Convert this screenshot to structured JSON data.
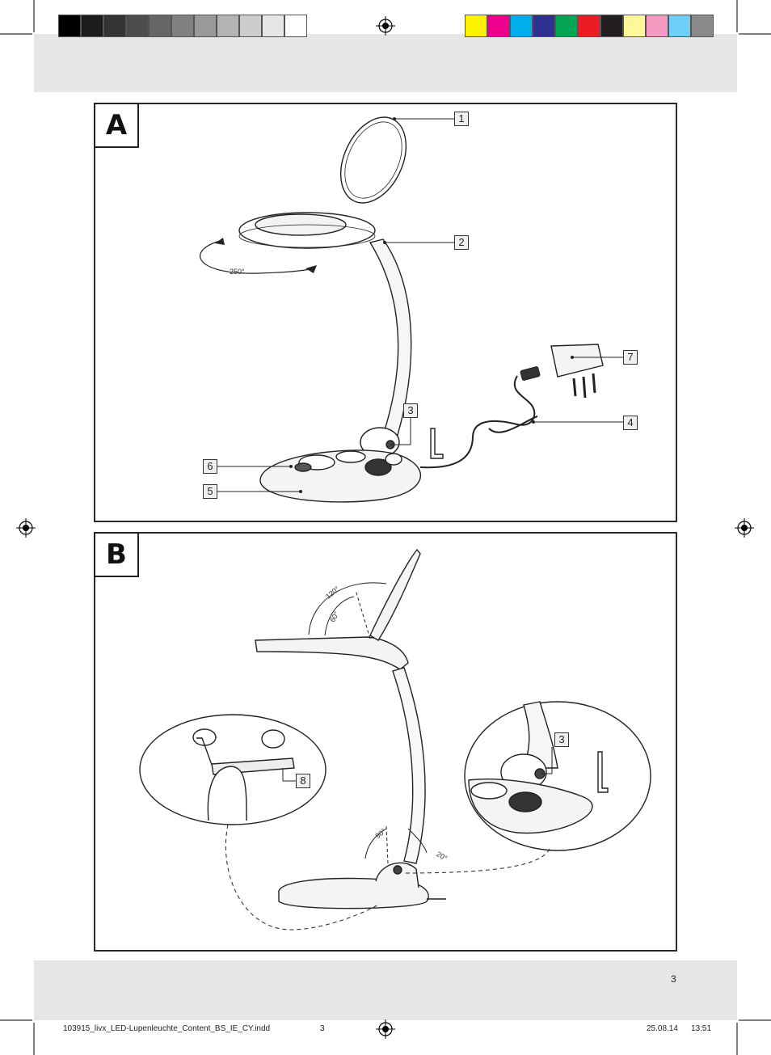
{
  "color_bar": {
    "grays": [
      "#000000",
      "#1c1c1c",
      "#333333",
      "#4d4d4d",
      "#666666",
      "#808080",
      "#999999",
      "#b3b3b3",
      "#cccccc",
      "#e6e6e6",
      "#ffffff"
    ],
    "colors": [
      "#fff200",
      "#ec008c",
      "#00aeef",
      "#2e3192",
      "#00a651",
      "#ed1c24",
      "#231f20",
      "#fff799",
      "#f49ac1",
      "#6dcff6",
      "#898989"
    ]
  },
  "figure_a": {
    "letter": "A",
    "rotation_angle": "250°",
    "callouts": [
      "1",
      "2",
      "3",
      "4",
      "5",
      "6",
      "7"
    ]
  },
  "figure_b": {
    "letter": "B",
    "angles": [
      "120°",
      "60°",
      "90°",
      "20°"
    ],
    "callouts": [
      "8",
      "3"
    ]
  },
  "page_number": "3",
  "footer": {
    "file": "103915_livx_LED-Lupenleuchte_Content_BS_IE_CY.indd",
    "file_page": "3",
    "date": "25.08.14",
    "time": "13:51"
  }
}
